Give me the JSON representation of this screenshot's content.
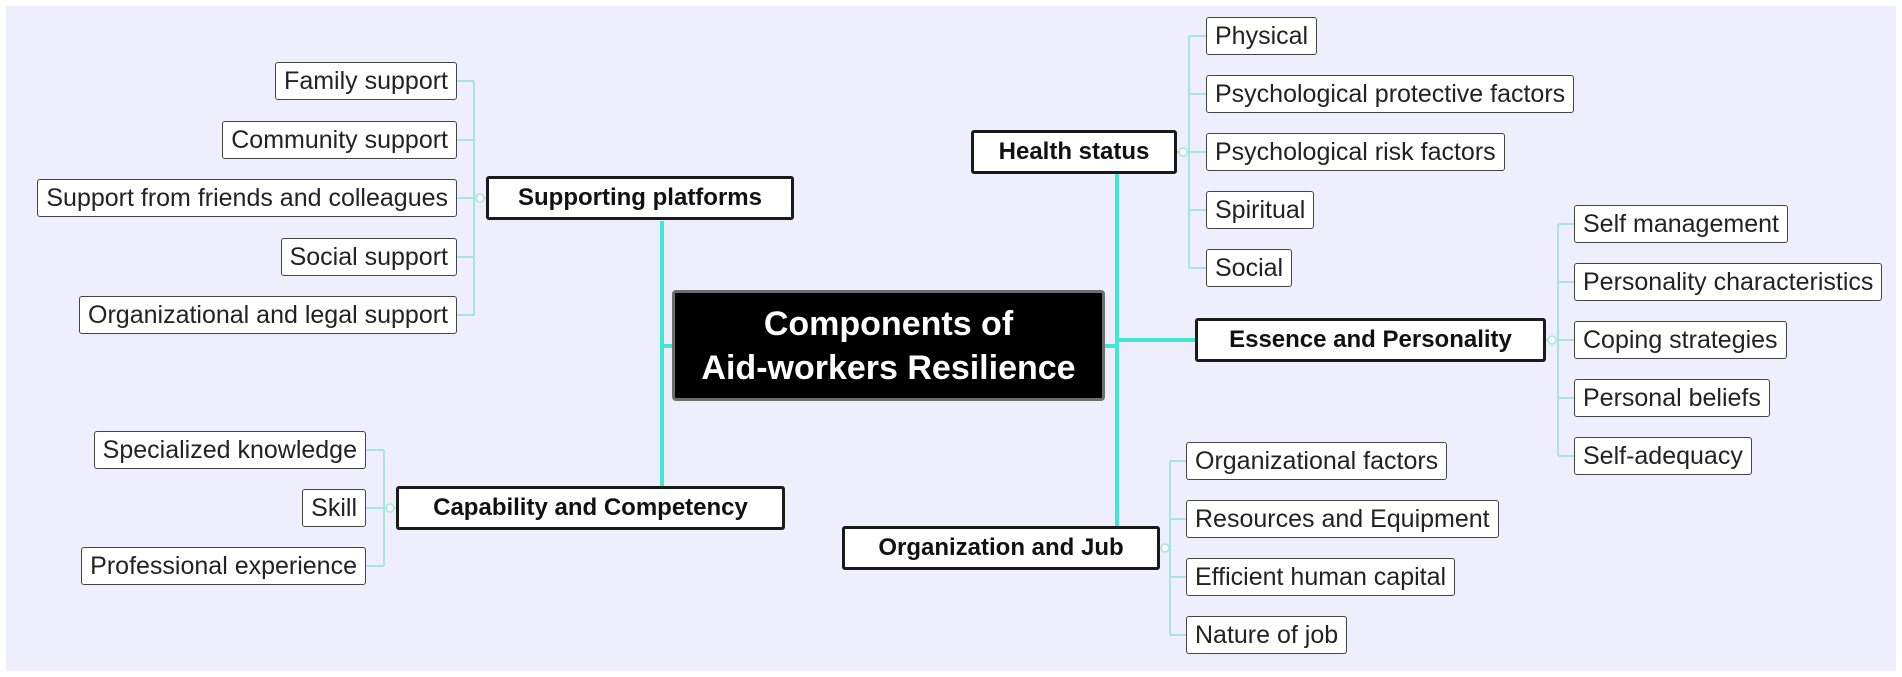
{
  "root": {
    "line1": "Components of",
    "line2": "Aid-workers Resilience"
  },
  "colors": {
    "background": "#eeeefc",
    "main_link": "#40e8d4",
    "leaf_link": "#a6e6dc"
  },
  "branches": {
    "supporting_platforms": {
      "label": "Supporting platforms",
      "items": [
        "Family support",
        "Community support",
        "Support from friends and colleagues",
        "Social support",
        "Organizational and legal support"
      ]
    },
    "capability": {
      "label": "Capability and Competency",
      "items": [
        "Specialized knowledge",
        "Skill",
        "Professional experience"
      ]
    },
    "health": {
      "label": "Health status",
      "items": [
        "Physical",
        "Psychological protective factors",
        "Psychological risk factors",
        "Spiritual",
        "Social"
      ]
    },
    "essence": {
      "label": "Essence and Personality",
      "items": [
        "Self management",
        "Personality characteristics",
        "Coping strategies",
        "Personal beliefs",
        "Self-adequacy"
      ]
    },
    "organization": {
      "label": "Organization and Jub",
      "items": [
        "Organizational factors",
        "Resources and Equipment",
        "Efficient human capital",
        "Nature of job"
      ]
    }
  }
}
